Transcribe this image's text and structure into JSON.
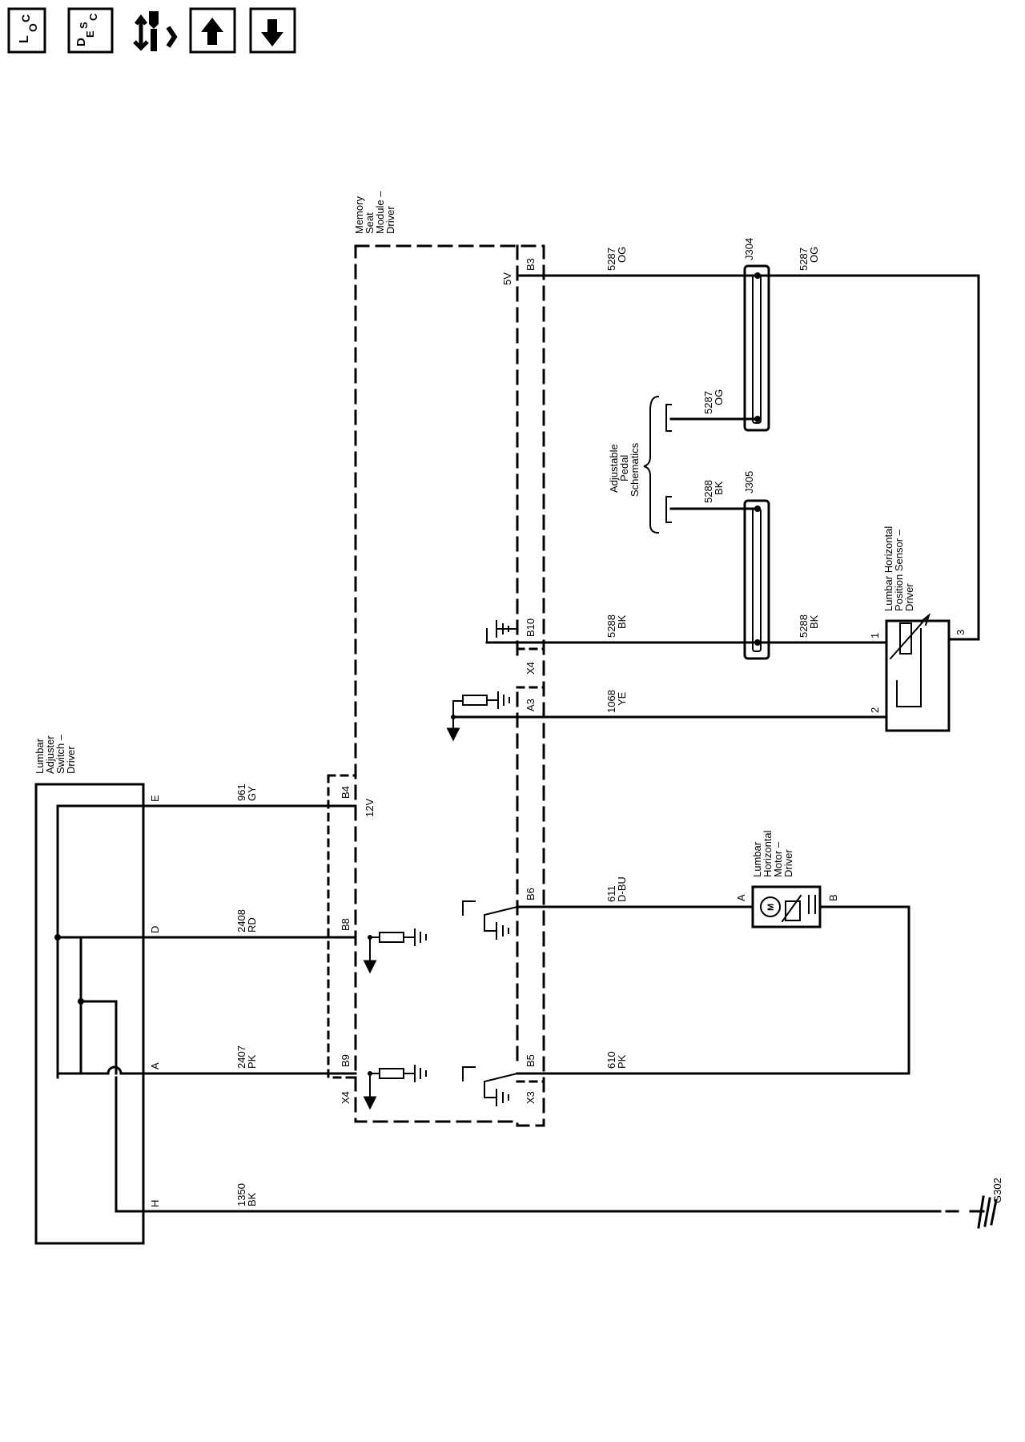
{
  "toolbar": {
    "loc_button": {
      "main": "L",
      "sub1": "O",
      "sub2": "C"
    },
    "desc_button": {
      "main": "D",
      "sub1": "E",
      "sub2": "S",
      "sub3": "C"
    },
    "icons": [
      "loc-icon",
      "desc-icon",
      "connector-wrench-icon",
      "up-arrow-icon",
      "down-arrow-icon"
    ]
  },
  "diagram": {
    "module": {
      "name_lines": [
        "Memory",
        "Seat",
        "Module –",
        "Driver"
      ],
      "voltage_5v": "5V",
      "voltage_12v": "12V",
      "connectors": {
        "x4_upper": "X4",
        "x3": "X3",
        "x4_lower": "X4"
      },
      "pins": {
        "b3": "B3",
        "b10": "B10",
        "a3": "A3",
        "b6": "B6",
        "b5": "B5",
        "b4": "B4",
        "b8": "B8",
        "b9": "B9"
      }
    },
    "switch": {
      "name_lines": [
        "Lumbar",
        "Adjuster",
        "Switch –",
        "Driver"
      ],
      "pins": {
        "e": "E",
        "d": "D",
        "a": "A",
        "h": "H"
      }
    },
    "sensor": {
      "name_lines": [
        "Lumbar Horizontal",
        "Position Sensor –",
        "Driver"
      ],
      "pins": {
        "p1": "1",
        "p2": "2",
        "p3": "3"
      }
    },
    "motor": {
      "name_lines": [
        "Lumbar",
        "Horizontal",
        "Motor –",
        "Driver"
      ],
      "symbol": "M",
      "pins": {
        "a": "A",
        "b": "B"
      }
    },
    "splices": {
      "j304": "J304",
      "j305": "J305"
    },
    "reference": {
      "name_lines": [
        "Adjustable",
        "Pedal",
        "Schematics"
      ]
    },
    "ground": "G302",
    "wires": {
      "w5287_a": {
        "circuit": "5287",
        "color": "OG"
      },
      "w5287_b": {
        "circuit": "5287",
        "color": "OG"
      },
      "w5287_c": {
        "circuit": "5287",
        "color": "OG"
      },
      "w5288_a": {
        "circuit": "5288",
        "color": "BK"
      },
      "w5288_b": {
        "circuit": "5288",
        "color": "BK"
      },
      "w5288_c": {
        "circuit": "5288",
        "color": "BK"
      },
      "w1068": {
        "circuit": "1068",
        "color": "YE"
      },
      "w961": {
        "circuit": "961",
        "color": "GY"
      },
      "w611": {
        "circuit": "611",
        "color": "D-BU"
      },
      "w2408": {
        "circuit": "2408",
        "color": "RD"
      },
      "w2407": {
        "circuit": "2407",
        "color": "PK"
      },
      "w610": {
        "circuit": "610",
        "color": "PK"
      },
      "w1350": {
        "circuit": "1350",
        "color": "BK"
      }
    }
  }
}
